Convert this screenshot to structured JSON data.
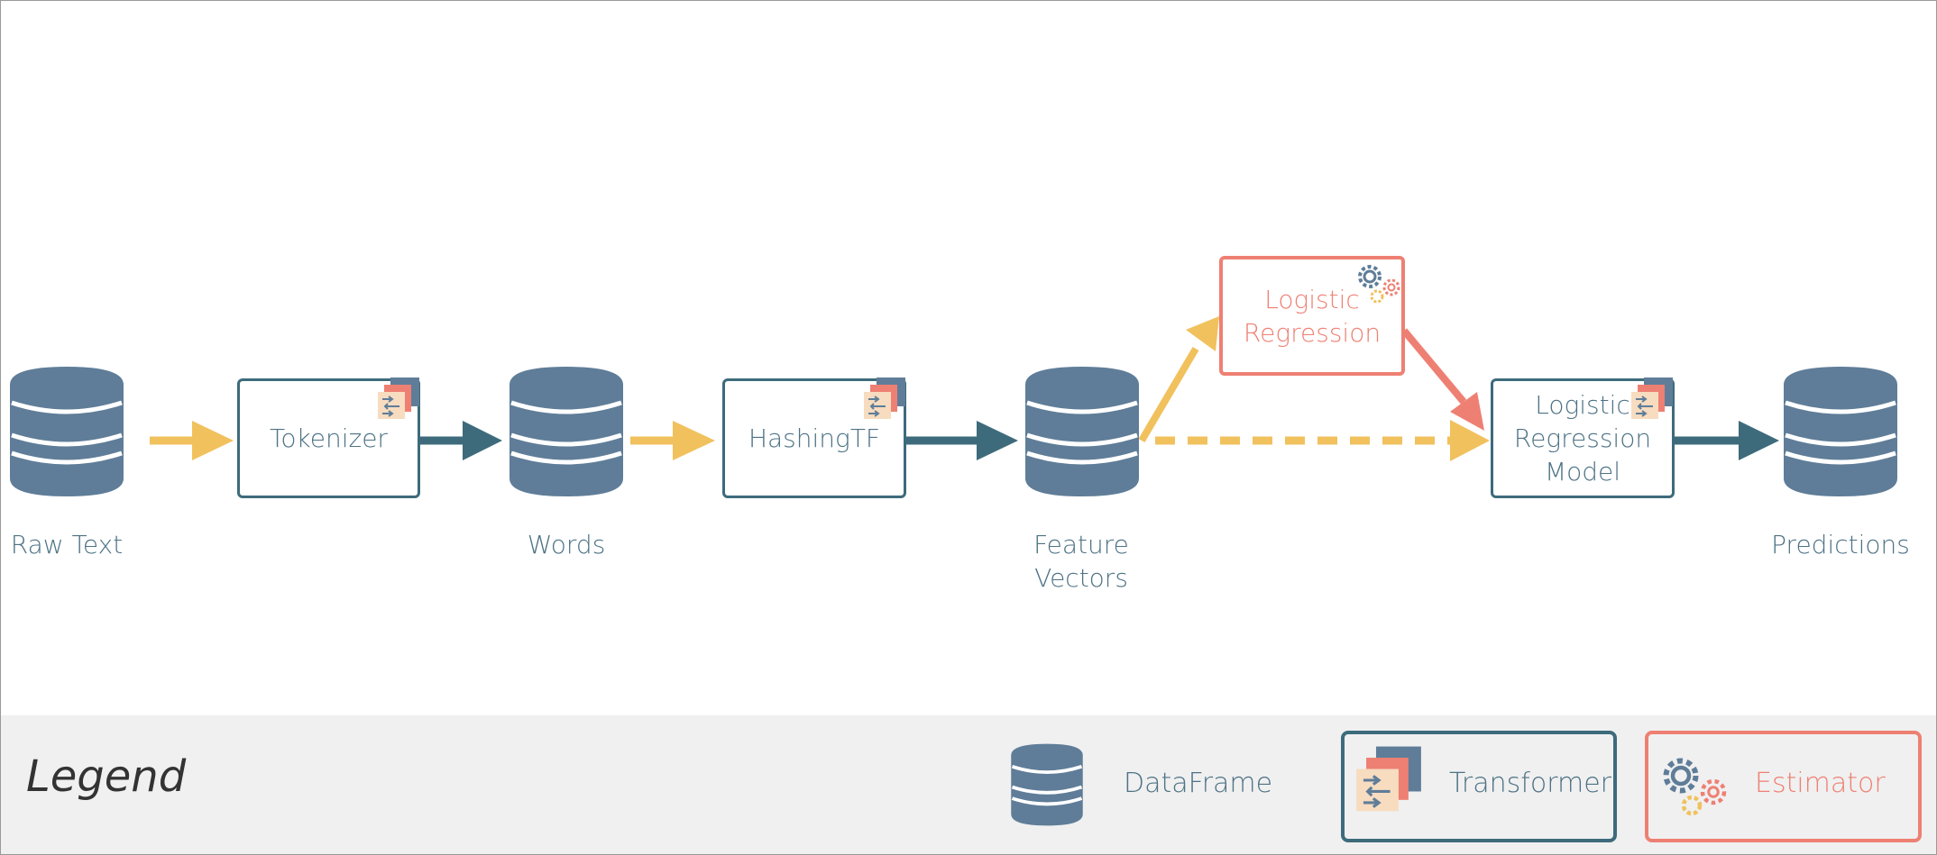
{
  "colors": {
    "dataframe": "#5f7d98",
    "transformer": "#3d6b7c",
    "estimator": "#ee8073",
    "fit_arrow": "#f1c15d",
    "transform_arrow": "#3d6b7c",
    "text": "#4d7285",
    "legend_bg": "#f0f0f0"
  },
  "pipeline": {
    "dataframes": {
      "raw_text": "Raw Text",
      "words": "Words",
      "feature_vectors_line1": "Feature",
      "feature_vectors_line2": "Vectors",
      "predictions": "Predictions"
    },
    "transformers": {
      "tokenizer": "Tokenizer",
      "hashing_tf": "HashingTF",
      "lr_model_line1": "Logistic",
      "lr_model_line2": "Regression",
      "lr_model_line3": "Model"
    },
    "estimators": {
      "lr_line1": "Logistic",
      "lr_line2": "Regression"
    }
  },
  "icons": {
    "dataframe": "database-icon",
    "transformer": "transformer-icon",
    "estimator": "gears-icon"
  },
  "legend": {
    "title": "Legend",
    "dataframe": "DataFrame",
    "transformer": "Transformer",
    "estimator": "Estimator"
  }
}
